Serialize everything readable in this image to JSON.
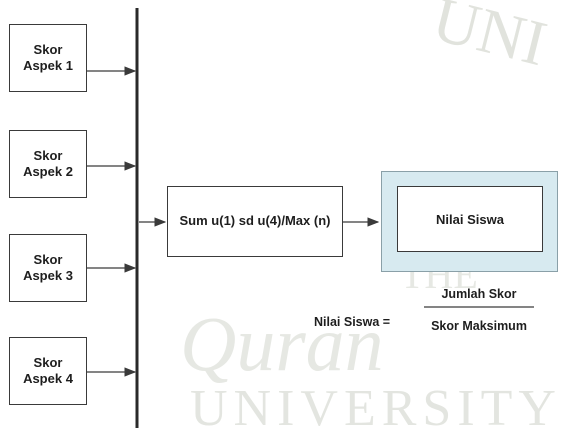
{
  "aspects": [
    {
      "label": "Skor\nAspek 1"
    },
    {
      "label": "Skor\nAspek 2"
    },
    {
      "label": "Skor\nAspek 3"
    },
    {
      "label": "Skor\nAspek 4"
    }
  ],
  "sum_box": {
    "label": "Sum u(1) sd u(4)/Max (n)"
  },
  "result_box": {
    "label": "Nilai Siswa"
  },
  "formula": {
    "lhs": "Nilai Siswa =",
    "numerator": "Jumlah Skor",
    "denominator": "Skor Maksimum"
  },
  "watermark": {
    "top_text": "UNI",
    "middle_text": "THE",
    "script_text": "Quran",
    "bottom_text": "UNIVERSITY"
  },
  "colors": {
    "line": "#3a3a3a",
    "bus": "#2a2a2a",
    "result_fill": "#d7eaf0",
    "watermark": "#c9cdc3"
  }
}
